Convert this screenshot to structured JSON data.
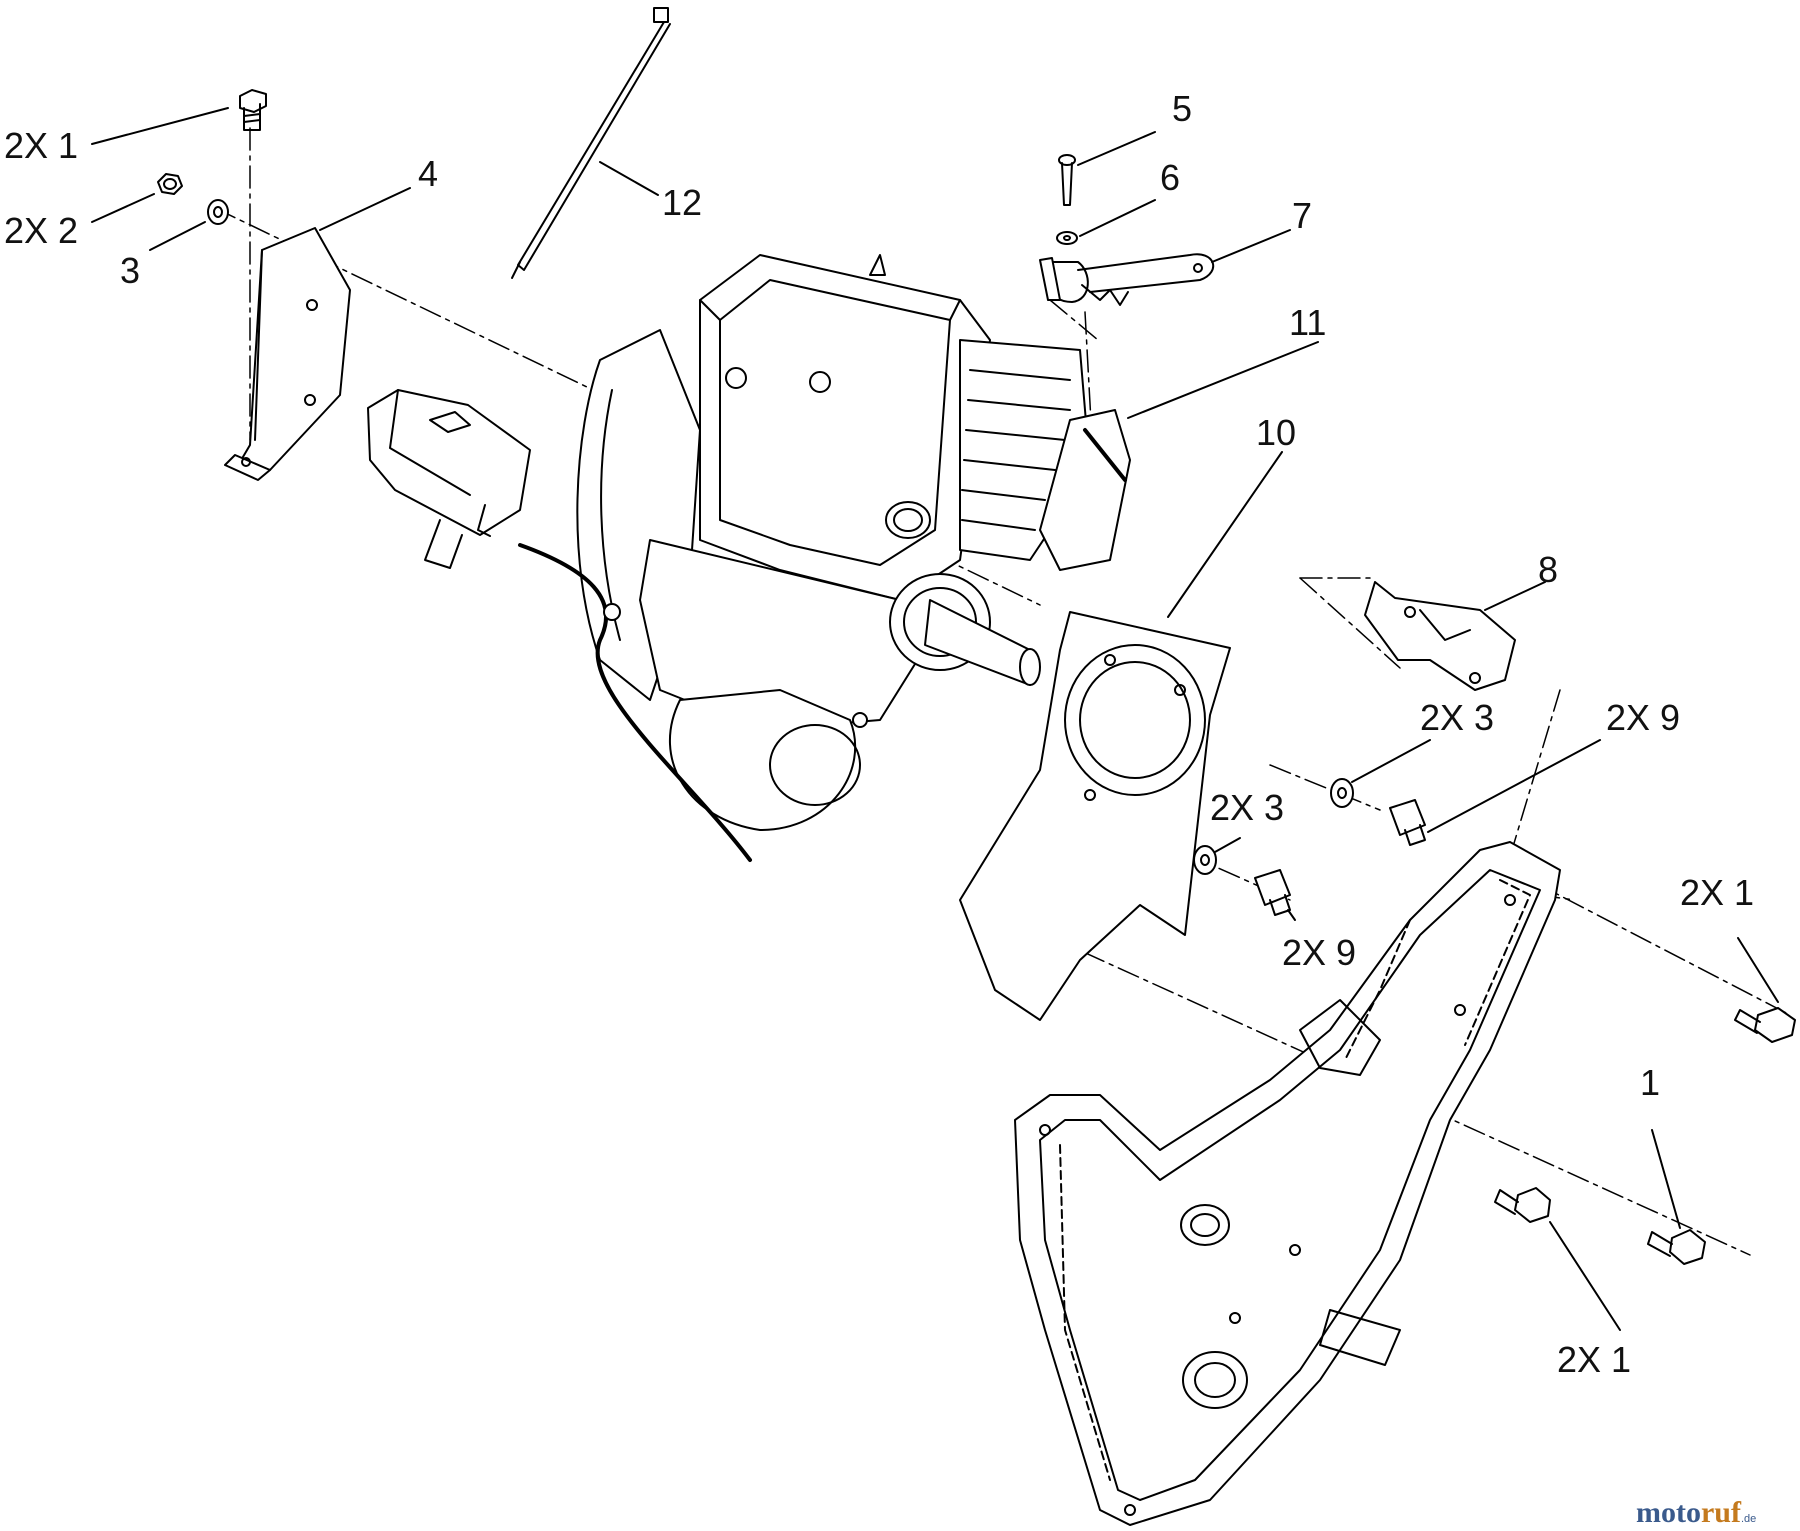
{
  "callouts": [
    {
      "id": "c-2x1-a",
      "text": "2X 1"
    },
    {
      "id": "c-2x2",
      "text": "2X 2"
    },
    {
      "id": "c-3",
      "text": "3"
    },
    {
      "id": "c-4",
      "text": "4"
    },
    {
      "id": "c-12",
      "text": "12"
    },
    {
      "id": "c-5",
      "text": "5"
    },
    {
      "id": "c-6",
      "text": "6"
    },
    {
      "id": "c-7",
      "text": "7"
    },
    {
      "id": "c-11",
      "text": "11"
    },
    {
      "id": "c-10",
      "text": "10"
    },
    {
      "id": "c-8",
      "text": "8"
    },
    {
      "id": "c-2x3-a",
      "text": "2X 3"
    },
    {
      "id": "c-2x9-a",
      "text": "2X 9"
    },
    {
      "id": "c-2x3-b",
      "text": "2X 3"
    },
    {
      "id": "c-2x9-b",
      "text": "2X 9"
    },
    {
      "id": "c-2x1-b",
      "text": "2X 1"
    },
    {
      "id": "c-1",
      "text": "1"
    },
    {
      "id": "c-2x1-c",
      "text": "2X 1"
    }
  ],
  "watermark": {
    "text_a": "moto",
    "text_b": "ruf",
    "text_c": ".de"
  }
}
